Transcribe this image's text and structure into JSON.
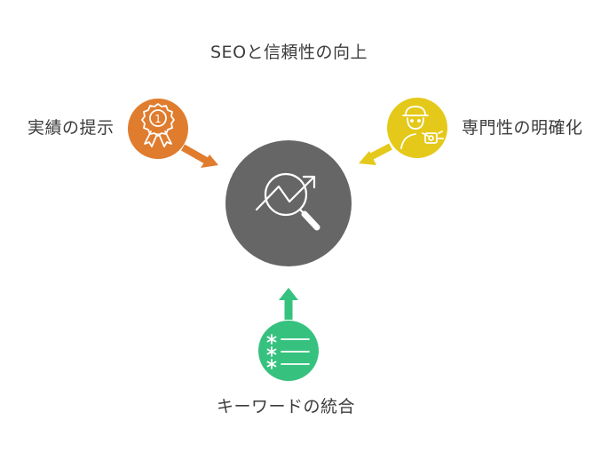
{
  "title": "SEOと信頼性の向上",
  "nodes": {
    "center": {
      "icon": "chart-magnifier-icon",
      "color": "#666666"
    },
    "left": {
      "label": "実績の提示",
      "icon": "award-ribbon-icon",
      "badge": "1",
      "color": "#E07C2E"
    },
    "right": {
      "label": "専門性の明確化",
      "icon": "expert-person-icon",
      "color": "#E5C91A"
    },
    "bottom": {
      "label": "キーワードの統合",
      "icon": "keyword-list-icon",
      "color": "#36C27E"
    }
  }
}
